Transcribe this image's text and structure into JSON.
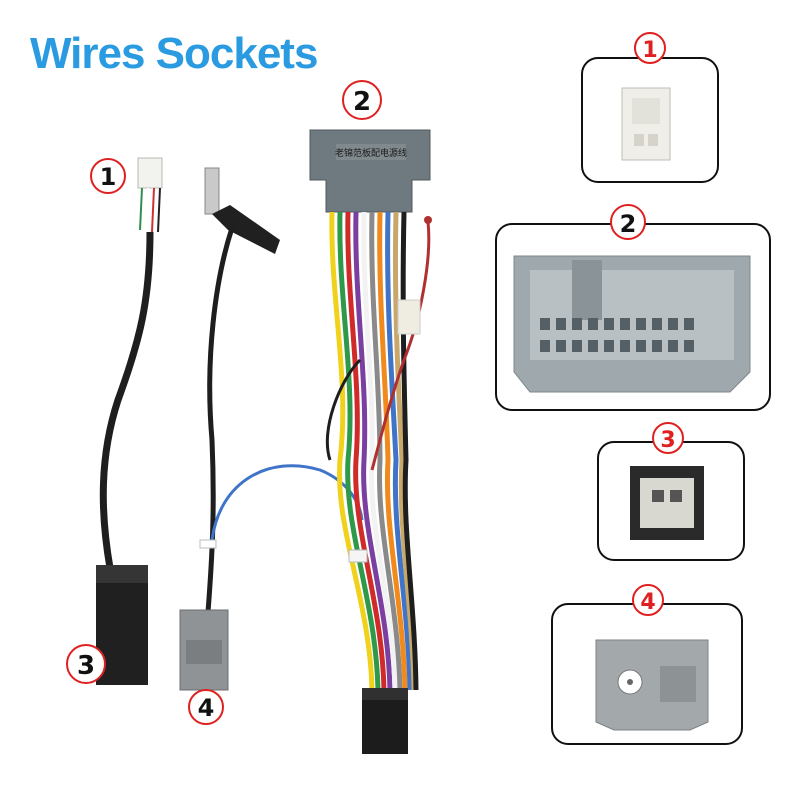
{
  "title": "Wires Sockets",
  "colors": {
    "title": "#2a9be0",
    "badge_red": "#e02020",
    "plug_grey": "#6f7a80",
    "socket_grey": "#9fa8ad",
    "antenna_blue": "#3f74c9"
  },
  "main_connector_label": "老锦范板配电源线",
  "callouts": {
    "photo": [
      "1",
      "2",
      "3",
      "4"
    ],
    "detail": [
      "1",
      "2",
      "3",
      "4"
    ]
  }
}
